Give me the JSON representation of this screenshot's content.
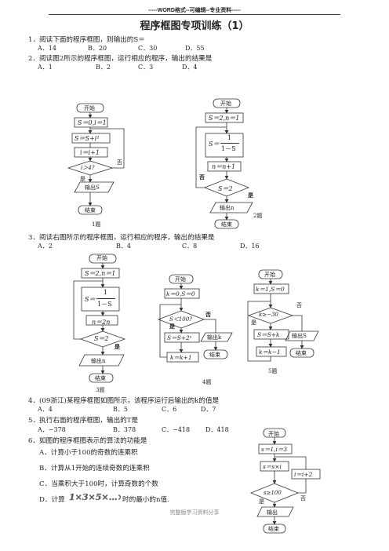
{
  "header": "-----WORD格式--可编辑--专业资料-----",
  "title": "程序框图专项训练（1）",
  "q1": {
    "stem": "1．阅读下面的程序框图，则输出的S＝",
    "a": "A．14",
    "b": "B．20",
    "c": "C．30",
    "d": "D．55"
  },
  "q2": {
    "stem": "2．阅读图2所示的程序框图，运行相应的程序，输出的结果是",
    "a": "A．1",
    "b": "B．2",
    "c": "C．3",
    "d": "D．4"
  },
  "q3": {
    "stem": "3．阅读右图所示的程序框图，运行相应的程序，输出的结果是",
    "a": "A．2",
    "b": "B．4",
    "c": "C．8",
    "d": "D．16"
  },
  "q4": {
    "stem": "4．(09浙江)某程序框图如图所示，该程序运行后输出的k的值是",
    "a": "A．4",
    "b": "B．5",
    "c": "C．6",
    "d": "D．7"
  },
  "q5": {
    "stem": "5．执行右面的程序框图，输出的T是",
    "a": "A．−378",
    "b": "B．378",
    "c": "C．−418",
    "d": "D．418"
  },
  "q6": {
    "stem": "6．如图的程序框图表示的算法的功能是",
    "a": "A．计算小于100的奇数的连乘积",
    "b": "B．计算从1开始的连续奇数的连乘积",
    "c": "C．当乘积大于100时，计算奇数的个数",
    "d_pre": "D．计算",
    "d_post": "时的最小的n值."
  },
  "footer": "完整版学习资料分享",
  "fc": {
    "start": "开始",
    "end": "结束",
    "yes": "是",
    "no": "否",
    "f1": {
      "init": "S＝0,i＝1",
      "proc1": "S＝S+i²",
      "proc2": "i＝i+1",
      "cond": "i＞4?",
      "out": "输出S",
      "cap": "1题"
    },
    "f2": {
      "init": "S＝2,n＝1",
      "proc1a": "S＝",
      "num": "1",
      "den": "1－S",
      "proc2": "n＝n+1",
      "cond": "S＝2",
      "out": "输出n",
      "cap": "2题"
    },
    "f3": {
      "init": "S＝2,n＝1",
      "proc1a": "S＝",
      "num": "1",
      "den": "1－S",
      "proc2": "n＝2n",
      "cond": "S＝2",
      "out": "输出n",
      "cap": "3题"
    },
    "f4": {
      "init": "k＝0,S＝0",
      "cond": "S＜100?",
      "proc1": "S＝S+2ˢ",
      "proc2": "k＝k+1",
      "out": "输出k",
      "cap": "4题"
    },
    "f5": {
      "init": "k＝1,S＝0",
      "cond": "k≥−30",
      "proc1": "S＝S+k",
      "proc2": "k＝k−1",
      "out": "输出S",
      "cap": "5题"
    },
    "f6": {
      "init": "s＝1,i＝3",
      "proc1": "s＝s×i",
      "proc2": "i＝i+2",
      "cond": "s≥100",
      "out": "输出"
    }
  }
}
